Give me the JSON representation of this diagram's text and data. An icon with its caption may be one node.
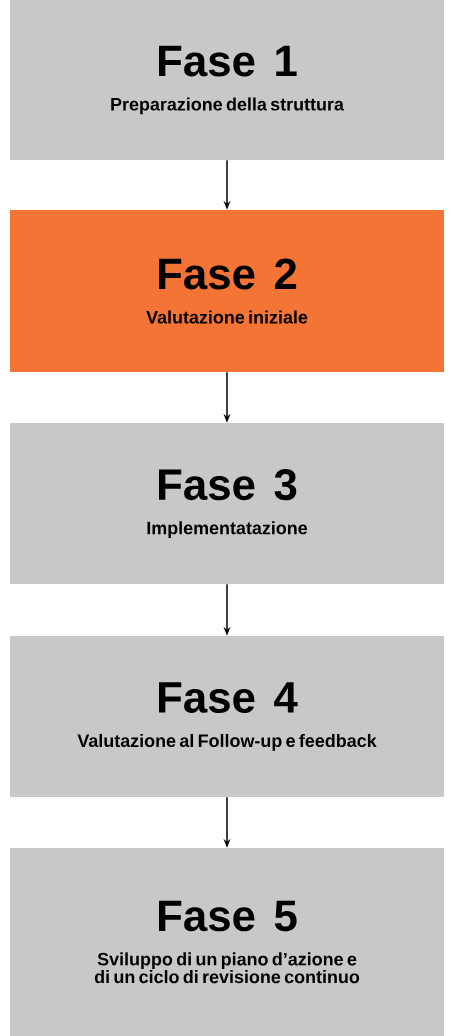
{
  "diagram": {
    "nodes": [
      {
        "text": [
          "Fase 1",
          "Preparazione della struttura"
        ]
      },
      {
        "text": [
          "Fase 2",
          "Valutazione iniziale"
        ]
      },
      {
        "text": [
          "Fase 3",
          "Implementatazione"
        ]
      },
      {
        "text": [
          "Fase 4",
          "Valutazione al Follow-up e feedback"
        ]
      },
      {
        "text": [
          "Fase 5",
          "Sviluppo di un piano d’azione e di un ciclo di revisione continuo"
        ]
      }
    ],
    "edges": [
      {
        "from": 0,
        "to": 1,
        "arrow": "to"
      },
      {
        "from": 1,
        "to": 2,
        "arrow": "to"
      },
      {
        "from": 2,
        "to": 3,
        "arrow": "to"
      },
      {
        "from": 3,
        "to": 4,
        "arrow": "to"
      }
    ]
  }
}
